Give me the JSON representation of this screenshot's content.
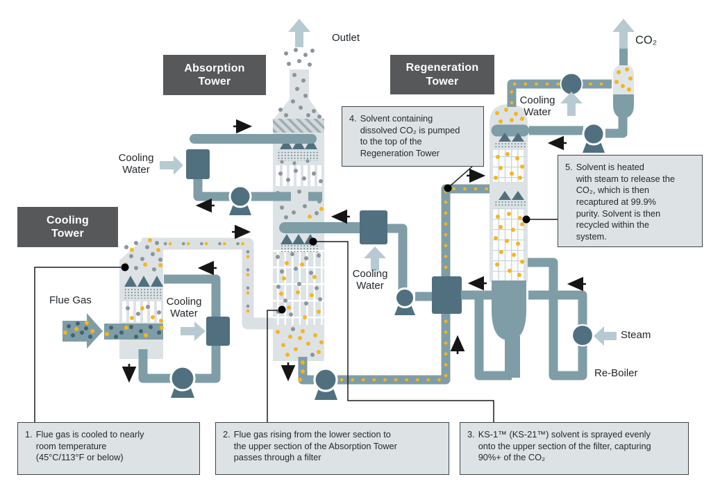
{
  "diagram": {
    "title_implicit": "CO2 capture process flow diagram",
    "tower_labels": {
      "cooling": "Cooling\nTower",
      "absorption": "Absorption\nTower",
      "regeneration": "Regeneration\nTower"
    },
    "labels": {
      "outlet": "Outlet",
      "co2": "CO₂",
      "flue_gas": "Flue Gas",
      "cooling_water": "Cooling\nWater",
      "steam": "Steam",
      "reboiler": "Re-Boiler"
    },
    "callouts": [
      {
        "num": "1.",
        "text": "Flue gas is cooled to nearly\nroom temperature\n(45°C/113°F or below)"
      },
      {
        "num": "2.",
        "text": "Flue gas rising from the lower section to\nthe upper section of the Absorption Tower\npasses through a filter"
      },
      {
        "num": "3.",
        "text": "KS-1™ (KS-21™) solvent is sprayed evenly\nonto the upper section of the filter, capturing\n90%+ of the CO₂"
      },
      {
        "num": "4.",
        "text": "Solvent containing\ndissolved CO₂ is pumped\nto the top of the\nRegeneration Tower"
      },
      {
        "num": "5.",
        "text": "Solvent is heated\nwith steam to release the\nCO₂, which is then\nrecaptured at 99.9%\npurity. Solvent is then\nrecycled within the\nsystem."
      }
    ],
    "colors": {
      "pipe": "#7f9da6",
      "vessel_light": "#dde2e5",
      "equipment_dark": "#50707f",
      "arrow_light": "#b7cad1",
      "co2_dot_yellow": "#f6b51c",
      "gas_dot_gray": "#8b959b",
      "flue_dot_dark": "#42646e",
      "label_box": "#57585a",
      "callout_bg": "#dde3e5"
    }
  }
}
